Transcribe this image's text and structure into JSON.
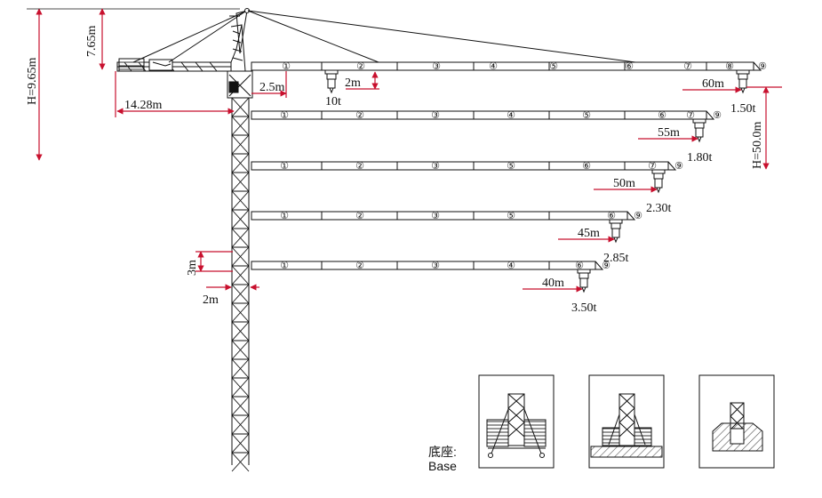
{
  "colors": {
    "ink": "#111111",
    "dim": "#c8102e",
    "hatch": "#555555"
  },
  "labels": {
    "total_height": "H=9.65m",
    "top_height": "7.65m",
    "counter_jib": "14.28m",
    "trolley_offset": "2.5m",
    "hook_drop": "2m",
    "max_load": "10t",
    "free_height": "H=50.0m",
    "section_height": "3m",
    "section_width": "2m"
  },
  "jibs": [
    {
      "length": "60m",
      "tip_load": "1.50t",
      "sections": [
        "①",
        "②",
        "③",
        "④",
        "⑤",
        "⑥",
        "⑦",
        "⑧",
        "⑨"
      ]
    },
    {
      "length": "55m",
      "tip_load": "1.80t",
      "sections": [
        "①",
        "②",
        "③",
        "④",
        "⑤",
        "⑥",
        "⑦",
        "⑨"
      ]
    },
    {
      "length": "50m",
      "tip_load": "2.30t",
      "sections": [
        "①",
        "②",
        "③",
        "⑤",
        "⑥",
        "⑦",
        "⑨"
      ]
    },
    {
      "length": "45m",
      "tip_load": "2.85t",
      "sections": [
        "①",
        "②",
        "③",
        "⑤",
        "⑥",
        "⑨"
      ]
    },
    {
      "length": "40m",
      "tip_load": "3.50t",
      "sections": [
        "①",
        "②",
        "③",
        "④",
        "⑥",
        "⑨"
      ]
    }
  ],
  "base": {
    "label_cn": "底座:",
    "label_en": "Base"
  },
  "icons": [
    "hook-icon",
    "trolley-icon"
  ]
}
